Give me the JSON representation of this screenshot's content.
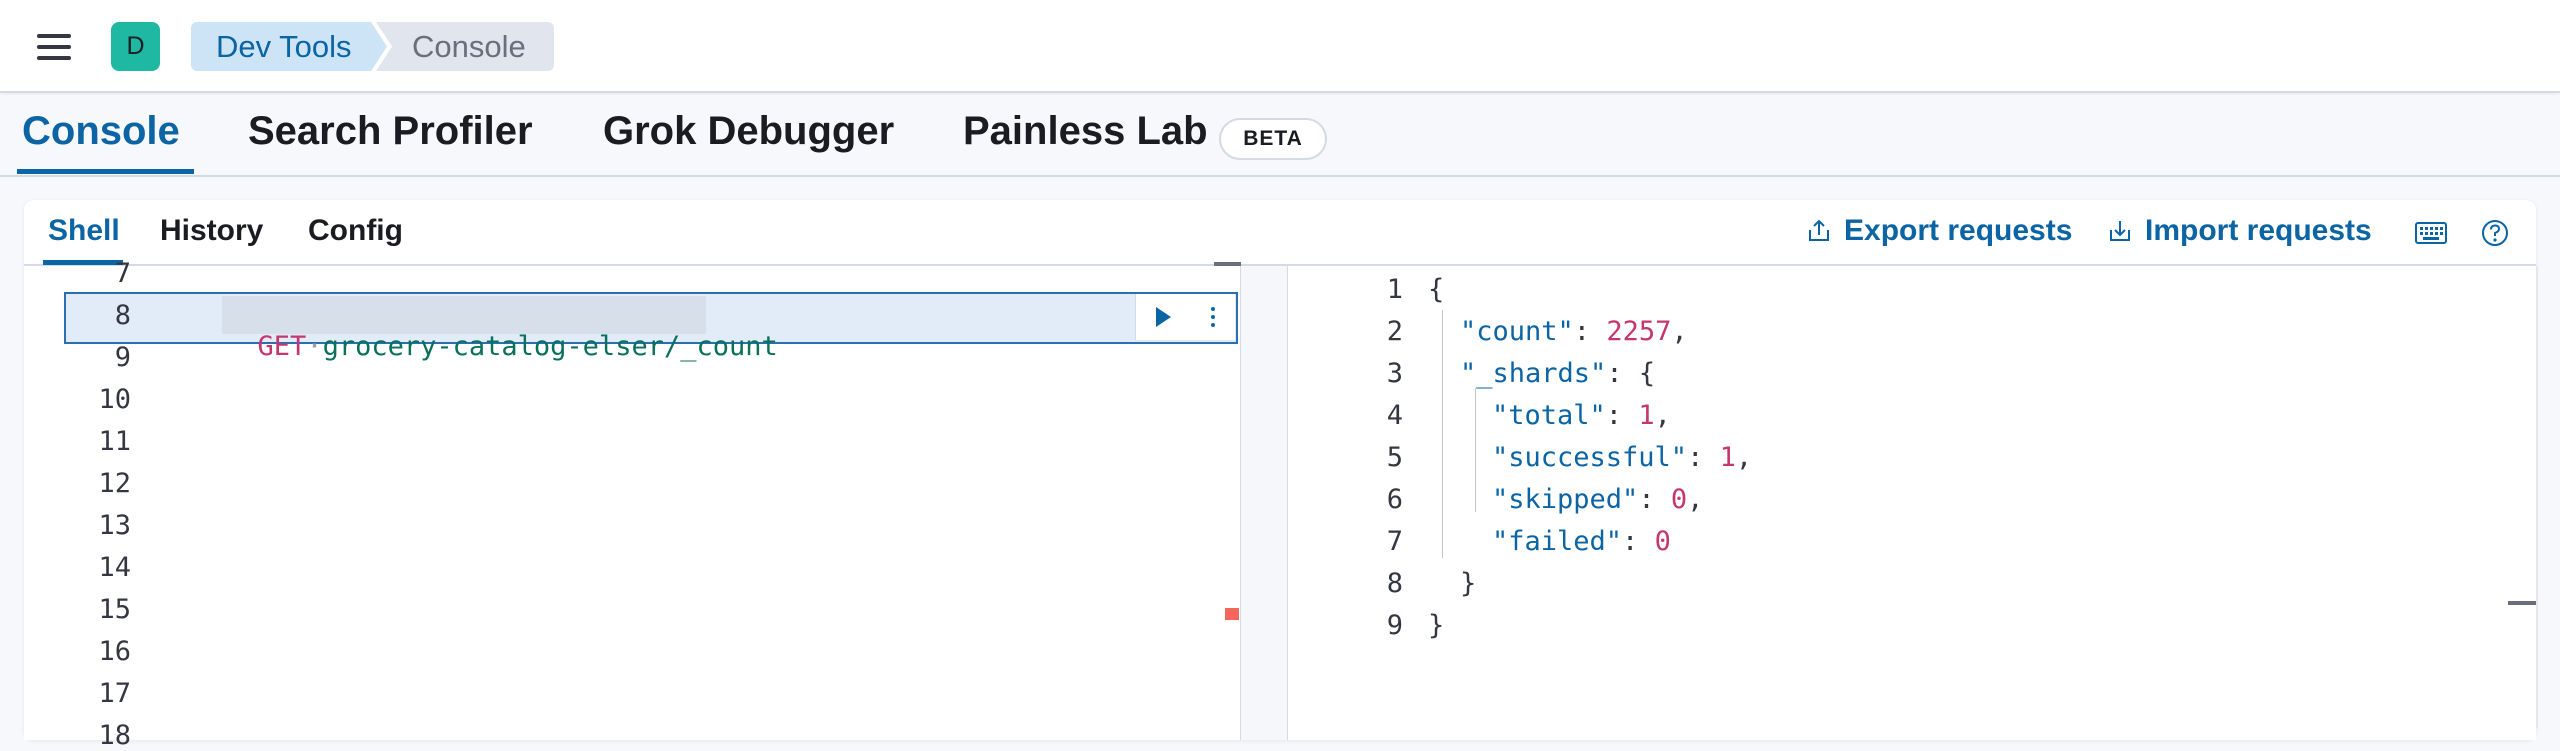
{
  "header": {
    "space_initial": "D",
    "breadcrumbs": [
      "Dev Tools",
      "Console"
    ]
  },
  "main_tabs": {
    "items": [
      "Console",
      "Search Profiler",
      "Grok Debugger",
      "Painless Lab"
    ],
    "active": "Console",
    "beta_label": "BETA"
  },
  "sub_tabs": {
    "items": [
      "Shell",
      "History",
      "Config"
    ],
    "active": "Shell"
  },
  "actions": {
    "export": "Export requests",
    "import": "Import requests"
  },
  "editor": {
    "line_numbers": [
      "7",
      "8",
      "9",
      "10",
      "11",
      "12",
      "13",
      "14",
      "15",
      "16",
      "17",
      "18"
    ],
    "request_method": "GET",
    "request_url": "grocery-catalog-elser/_count",
    "active_line": "8"
  },
  "output": {
    "line_numbers": [
      "1",
      "2",
      "3",
      "4",
      "5",
      "6",
      "7",
      "8",
      "9"
    ],
    "lines": [
      {
        "indent": 0,
        "text": "{"
      },
      {
        "indent": 1,
        "key": "\"count\"",
        "sep": ": ",
        "value": "2257",
        "tail": ","
      },
      {
        "indent": 1,
        "key": "\"_shards\"",
        "sep": ": ",
        "value": "",
        "tail": "{"
      },
      {
        "indent": 2,
        "key": "\"total\"",
        "sep": ": ",
        "value": "1",
        "tail": ","
      },
      {
        "indent": 2,
        "key": "\"successful\"",
        "sep": ": ",
        "value": "1",
        "tail": ","
      },
      {
        "indent": 2,
        "key": "\"skipped\"",
        "sep": ": ",
        "value": "0",
        "tail": ","
      },
      {
        "indent": 2,
        "key": "\"failed\"",
        "sep": ": ",
        "value": "0",
        "tail": ""
      },
      {
        "indent": 1,
        "text": "}"
      },
      {
        "indent": 0,
        "text": "}"
      }
    ]
  },
  "colors": {
    "accent": "#0b64a3",
    "method": "#c5366e",
    "url": "#09705b",
    "avatar": "#1fb8a2"
  }
}
